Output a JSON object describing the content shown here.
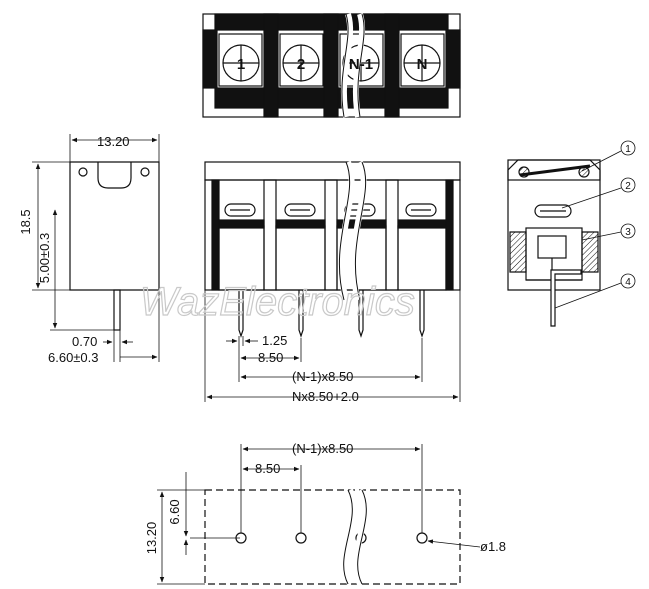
{
  "top_view": {
    "terminal_labels": [
      "1",
      "2",
      "N-1",
      "N"
    ]
  },
  "side_view": {
    "width": "13.20",
    "height": "18.5",
    "pin_height": "5.00±0.3",
    "pin_width": "0.70",
    "pin_offset": "6.60±0.3"
  },
  "front_view": {
    "pin_thickness": "1.25",
    "pitch": "8.50",
    "span": "(N-1)x8.50",
    "total_length": "Nx8.50+2.0"
  },
  "callouts": [
    "1",
    "2",
    "3",
    "4"
  ],
  "watermark": "WazElectronics",
  "footprint": {
    "span": "(N-1)x8.50",
    "pitch": "8.50",
    "row_offset": "6.60",
    "depth": "13.20",
    "hole_diameter": "ø1.8"
  }
}
